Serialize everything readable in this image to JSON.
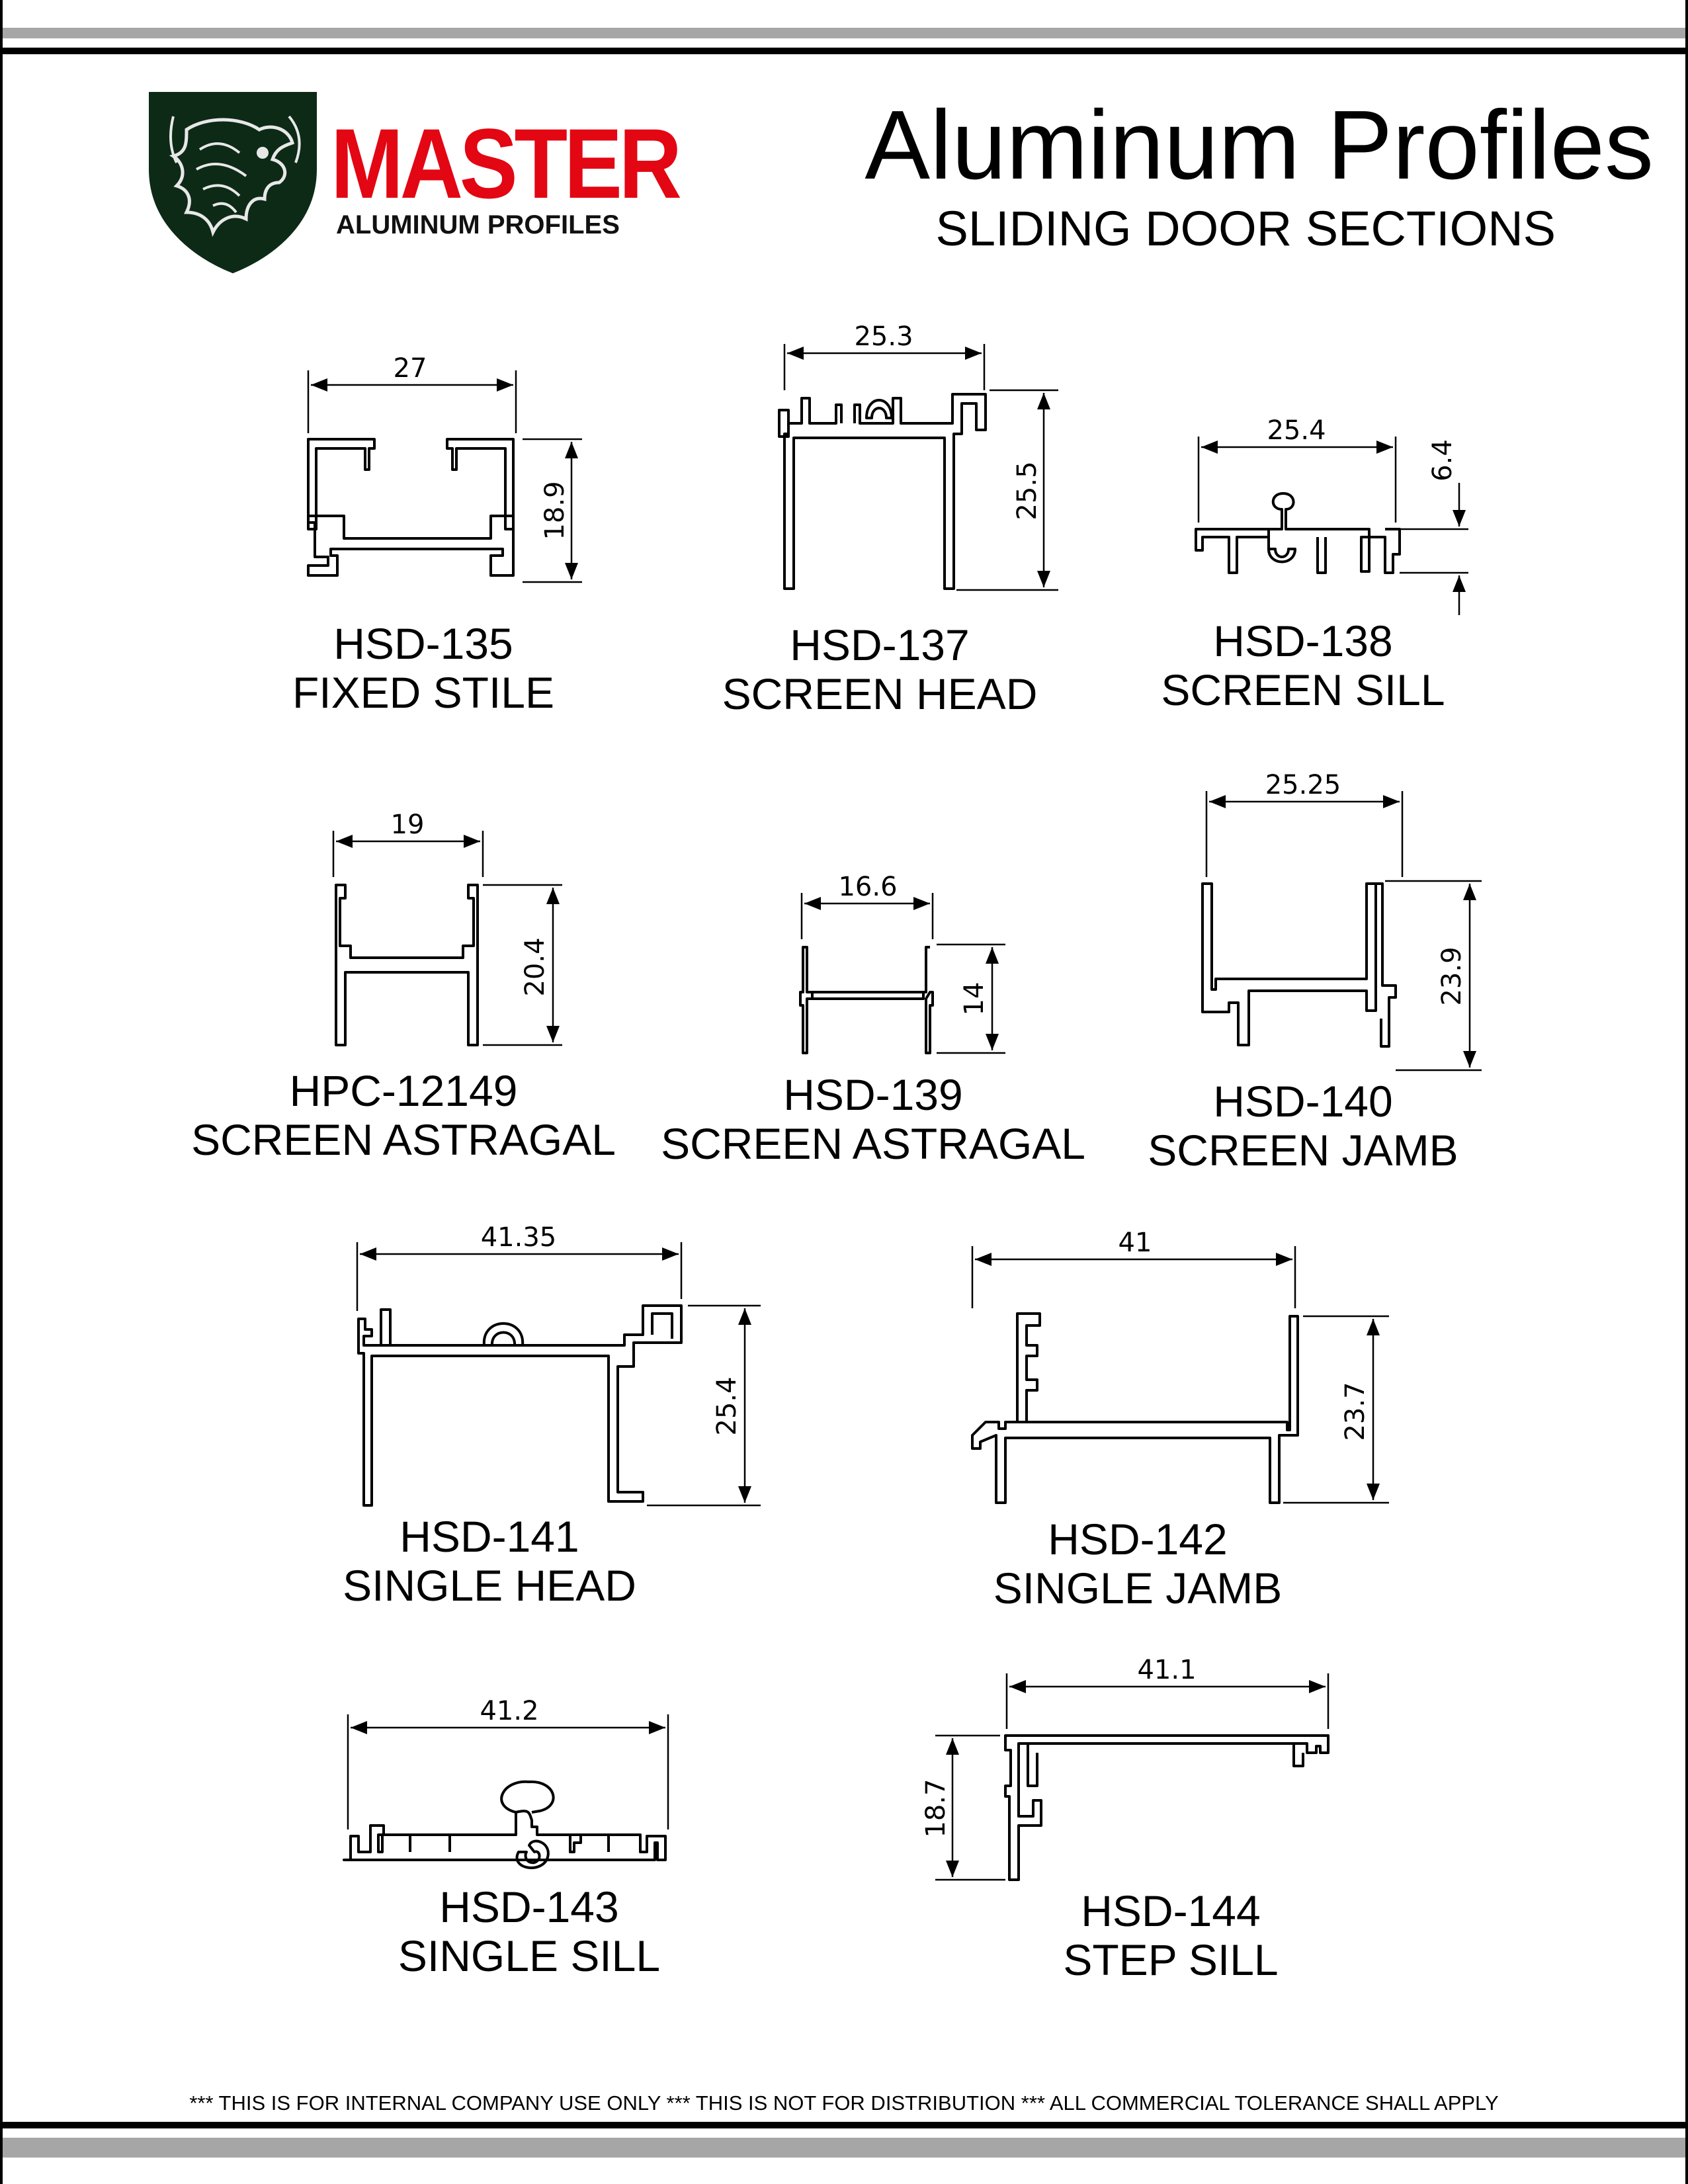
{
  "brand": {
    "name": "MASTER",
    "tagline": "ALUMINUM PROFILES"
  },
  "header": {
    "title": "Aluminum Profiles",
    "subtitle": "SLIDING DOOR SECTIONS"
  },
  "profiles": [
    {
      "code": "HSD-135",
      "name": "FIXED STILE",
      "width": "27",
      "height": "18.9"
    },
    {
      "code": "HSD-137",
      "name": "SCREEN HEAD",
      "width": "25.3",
      "height": "25.5"
    },
    {
      "code": "HSD-138",
      "name": "SCREEN SILL",
      "width": "25.4",
      "height": "6.4"
    },
    {
      "code": "HPC-12149",
      "name": "SCREEN ASTRAGAL",
      "width": "19",
      "height": "20.4"
    },
    {
      "code": "HSD-139",
      "name": "SCREEN ASTRAGAL",
      "width": "16.6",
      "height": "14"
    },
    {
      "code": "HSD-140",
      "name": "SCREEN JAMB",
      "width": "25.25",
      "height": "23.9"
    },
    {
      "code": "HSD-141",
      "name": "SINGLE HEAD",
      "width": "41.35",
      "height": "25.4"
    },
    {
      "code": "HSD-142",
      "name": "SINGLE JAMB",
      "width": "41",
      "height": "23.7"
    },
    {
      "code": "HSD-143",
      "name": "SINGLE SILL",
      "width": "41.2"
    },
    {
      "code": "HSD-144",
      "name": "STEP SILL",
      "width": "41.1",
      "height": "18.7"
    }
  ],
  "footer": {
    "note": "*** THIS IS FOR INTERNAL COMPANY USE ONLY *** THIS IS NOT FOR DISTRIBUTION *** ALL COMMERCIAL TOLERANCE SHALL APPLY"
  },
  "colors": {
    "brand_red": "#e30613",
    "logo_shield": "#0d2a17"
  }
}
